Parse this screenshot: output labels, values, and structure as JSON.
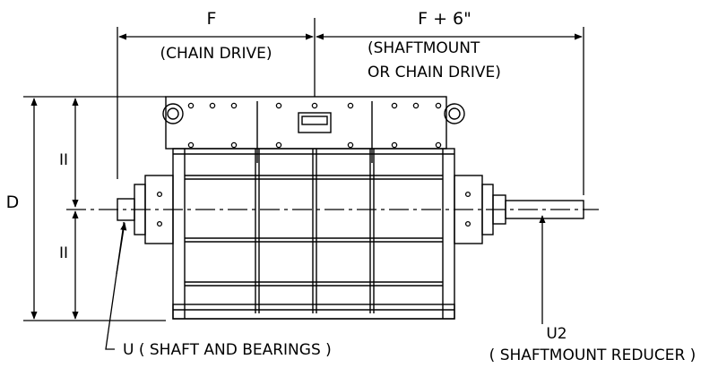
{
  "labels": {
    "dim_f": "F",
    "dim_f6": "F + 6\"",
    "chain_drive": "(CHAIN DRIVE)",
    "shaftmount_line1": "(SHAFTMOUNT",
    "shaftmount_line2": "OR CHAIN DRIVE)",
    "dim_d": "D",
    "dim_half_top": "II",
    "dim_half_bottom": "II",
    "u_label": "U  ( SHAFT AND BEARINGS )",
    "u2_label": "U2",
    "u2_sub": "( SHAFTMOUNT REDUCER )"
  },
  "colors": {
    "line": "#000000",
    "background": "#ffffff"
  }
}
